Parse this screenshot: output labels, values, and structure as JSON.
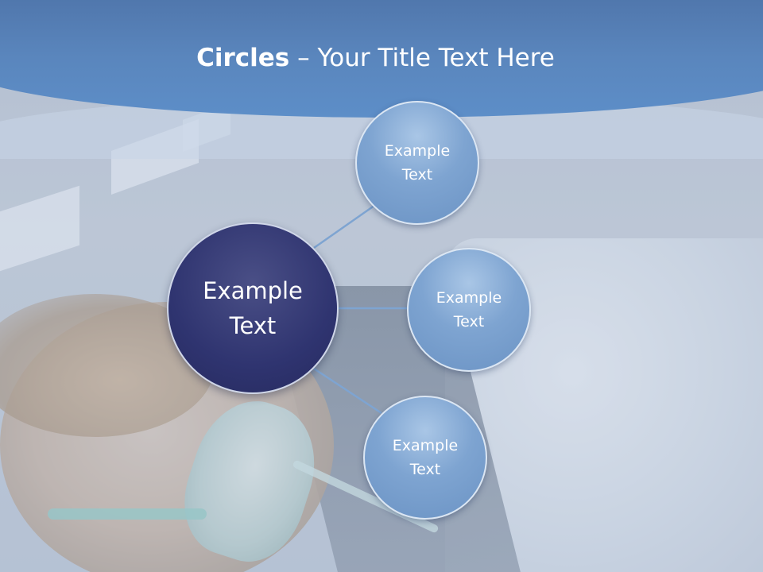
{
  "slide": {
    "title_bold": "Circles",
    "title_rest": " – Your Title Text Here",
    "main_circle": {
      "label": "Example\nText"
    },
    "circles": [
      {
        "label": "Example\nText"
      },
      {
        "label": "Example\nText"
      },
      {
        "label": "Example\nText"
      }
    ]
  },
  "colors": {
    "header": "#5a86bd",
    "main_circle": "#2f3470",
    "small_circle": "#7ea4d1",
    "connector": "#7ea4d1"
  }
}
